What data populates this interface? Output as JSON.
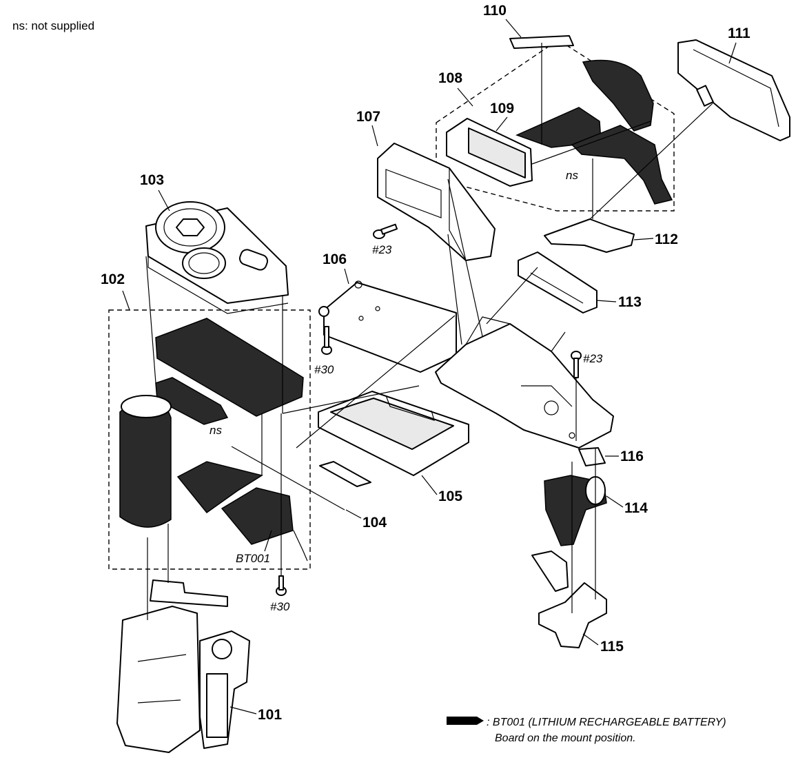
{
  "note": "ns: not supplied",
  "callouts": {
    "p101": "101",
    "p102": "102",
    "p103": "103",
    "p104": "104",
    "p105": "105",
    "p106": "106",
    "p107": "107",
    "p108": "108",
    "p109": "109",
    "p110": "110",
    "p111": "111",
    "p112": "112",
    "p113": "113",
    "p114": "114",
    "p115": "115",
    "p116": "116"
  },
  "ns_label": "ns",
  "bt_label": "BT001",
  "screws": {
    "s23": "#23",
    "s30": "#30"
  },
  "legend": {
    "line1": ": BT001 (LITHIUM RECHARGEABLE BATTERY)",
    "line2": "Board on the mount position."
  }
}
